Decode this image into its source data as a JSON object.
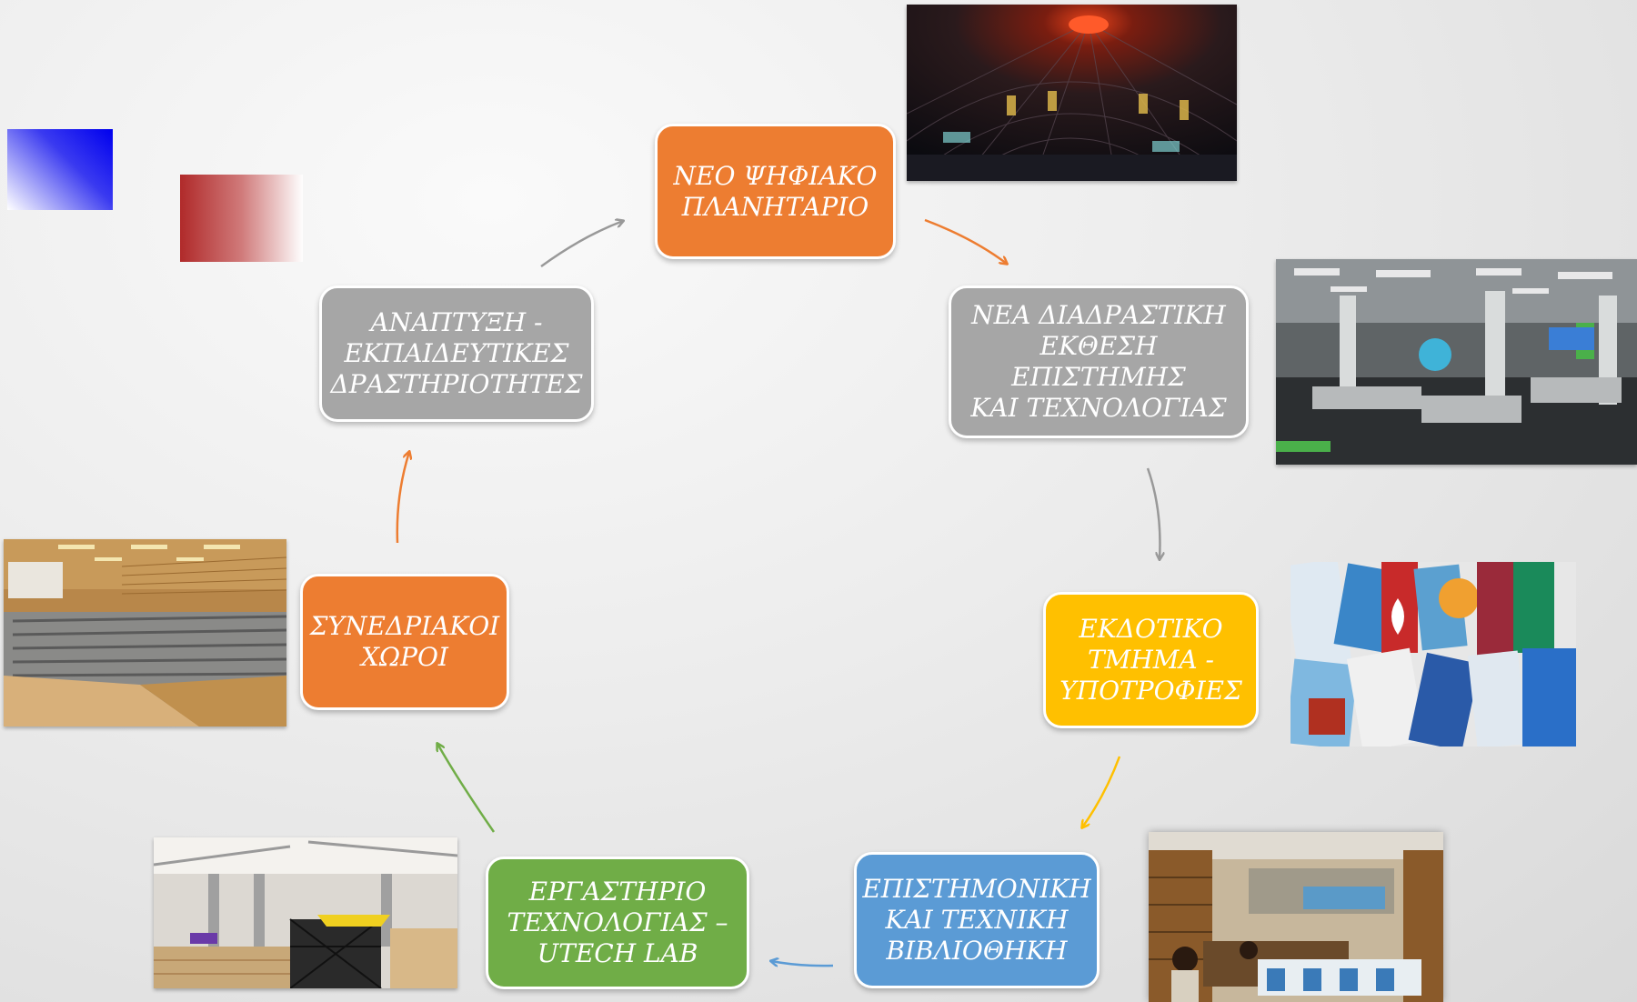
{
  "colors": {
    "orange": "#ED7D31",
    "gray": "#A6A6A6",
    "yellow": "#FFC000",
    "blue": "#5B9BD5",
    "green": "#70AD47"
  },
  "nodes": {
    "planetarium": {
      "label": "ΝΕΟ ΨΗΦΙΑΚΟ\nΠΛΑΝΗΤΑΡΙΟ",
      "color": "#ED7D31"
    },
    "exhibition": {
      "label": "ΝΕΑ ΔΙΑΔΡΑΣΤΙΚΗ\nΕΚΘΕΣΗ ΕΠΙΣΤΗΜΗΣ\nΚΑΙ ΤΕΧΝΟΛΟΓΙΑΣ",
      "color": "#A6A6A6"
    },
    "publishing": {
      "label": "ΕΚΔΟΤΙΚΟ\nΤΜΗΜΑ -\nΥΠΟΤΡΟΦΙΕΣ",
      "color": "#FFC000"
    },
    "library": {
      "label": "ΕΠΙΣΤΗΜΟΝΙΚΗ\nΚΑΙ ΤΕΧΝΙΚΗ\nΒΙΒΛΙΟΘΗΚΗ",
      "color": "#5B9BD5"
    },
    "utech": {
      "label": "ΕΡΓΑΣΤΗΡΙΟ\nΤΕΧΝΟΛΟΓΙΑΣ  –\nUTECH LAB",
      "color": "#70AD47"
    },
    "conference": {
      "label": "ΣΥΝΕΔΡΙΑΚΟΙ\nΧΩΡΟΙ",
      "color": "#ED7D31"
    },
    "education": {
      "label": "ΑΝΑΠΤΥΞΗ -\nΕΚΠΑΙΔΕΥΤΙΚΕΣ\nΔΡΑΣΤΗΡΙΟΤΗΤΕΣ",
      "color": "#A6A6A6"
    }
  },
  "images": [
    "planetarium-dome-photo",
    "exhibition-hall-photo",
    "book-covers-photo",
    "library-reading-room-photo",
    "utech-lab-photo",
    "auditorium-photo"
  ]
}
